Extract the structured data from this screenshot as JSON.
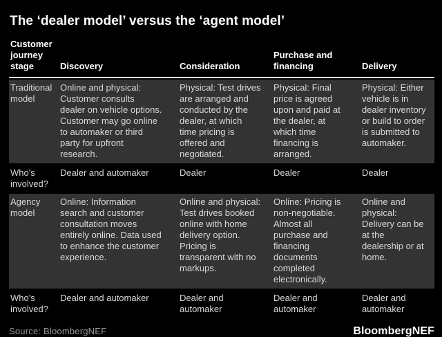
{
  "chart_data": {
    "type": "table",
    "title": "The ‘dealer model’ versus the ‘agent model’",
    "columns": [
      "Customer\njourney\nstage",
      "Discovery",
      "Consideration",
      "Purchase and\nfinancing",
      "Delivery"
    ],
    "rows": [
      {
        "shaded": true,
        "cells": [
          "Traditional\nmodel",
          "Online and physical:\nCustomer consults\ndealer on vehicle options.\nCustomer may go online\nto automaker or third\nparty for upfront\nresearch.",
          "Physical: Test drives\nare arranged and\nconducted by the\ndealer, at which\ntime pricing is\noffered and\nnegotiated.",
          "Physical: Final\nprice is agreed\nupon and paid at\nthe dealer, at\nwhich time\nfinancing is\narranged.",
          "Physical: Either\nvehicle is in\ndealer inventory\nor build to order\nis submitted to\nautomaker."
        ]
      },
      {
        "shaded": false,
        "cells": [
          "Who's\ninvolved?",
          "Dealer and automaker",
          "Dealer",
          "Dealer",
          "Dealer"
        ]
      },
      {
        "shaded": true,
        "cells": [
          "Agency\nmodel",
          "Online: Information\nsearch and customer\nconsultation moves\nentirely online. Data used\nto enhance the customer\nexperience.",
          "Online and physical:\nTest drives booked\nonline with home\ndelivery option.\nPricing is\ntransparent with no\nmarkups.",
          "Online: Pricing is\nnon-negotiable.\nAlmost all\npurchase and\nfinancing\ndocuments\ncompleted\nelectronically.",
          "Online and\nphysical:\nDelivery can be\nat the\ndealership or at\nhome."
        ]
      },
      {
        "shaded": false,
        "cells": [
          "Who's\ninvolved?",
          "Dealer and automaker",
          "Dealer and\nautomaker",
          "Dealer and\nautomaker",
          "Dealer and\nautomaker"
        ]
      }
    ],
    "source": "Source: BloombergNEF"
  },
  "footer": {
    "source_label": "Source: BloombergNEF",
    "logo_text": "BloombergNEF"
  },
  "colors": {
    "background": "#000000",
    "shaded_row": "#333333",
    "body_text": "#d9d9d9",
    "header_text": "#ffffff",
    "divider": "#ffffff",
    "source_text": "#9b9b9b"
  }
}
